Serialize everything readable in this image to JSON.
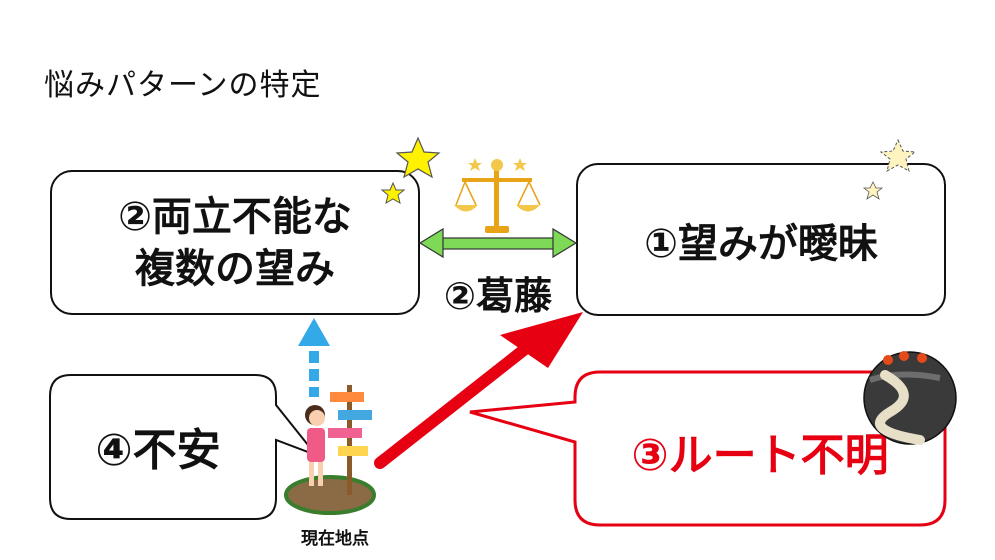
{
  "page_title": "悩みパターンの特定",
  "conflict_box": {
    "line1": "②両立不能な",
    "line2": "複数の望み"
  },
  "vague_box": {
    "label": "①望みが曖昧"
  },
  "conflict_label": "②葛藤",
  "anxiety_callout": {
    "label": "④不安"
  },
  "route_callout": {
    "label": "③ルート不明",
    "color": "#e60012"
  },
  "current_location_label": "現在地点",
  "colors": {
    "double_arrow": "#7ed957",
    "up_arrow": "#33a9e8",
    "red_arrow": "#e60012",
    "star": "#fff200"
  },
  "icons": {
    "scale": "balance-scale-icon",
    "person": "person-at-signpost-icon",
    "route_map": "winding-road-icon",
    "stars": "star-icon"
  }
}
